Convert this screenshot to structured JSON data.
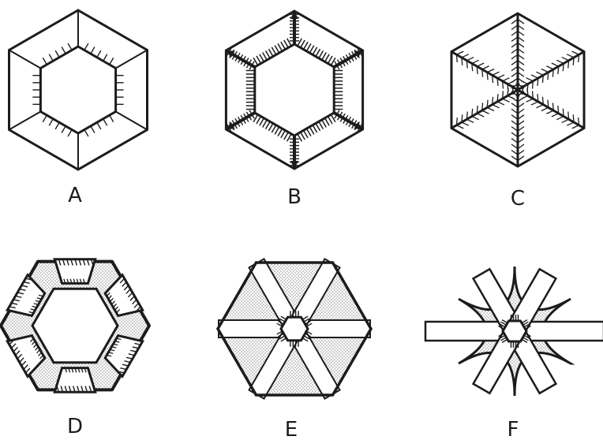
{
  "figure": {
    "panels": [
      {
        "id": "A",
        "label": "A",
        "shape": "hexagon-ring-inner-ticks"
      },
      {
        "id": "B",
        "label": "B",
        "shape": "hexagon-ring-hatched-bands"
      },
      {
        "id": "C",
        "label": "C",
        "shape": "hexagon-six-feathered-rays"
      },
      {
        "id": "D",
        "label": "D",
        "shape": "rounded-hexagon-six-hatched-blocks-stippled"
      },
      {
        "id": "E",
        "label": "E",
        "shape": "hexagon-six-bands-stippled-center-hole"
      },
      {
        "id": "F",
        "label": "F",
        "shape": "concave-star-six-arms-stippled-center-hole"
      }
    ],
    "colors": {
      "ink": "#1c1c1c",
      "stipple": "#bdbdbd",
      "paper": "#ffffff"
    }
  }
}
